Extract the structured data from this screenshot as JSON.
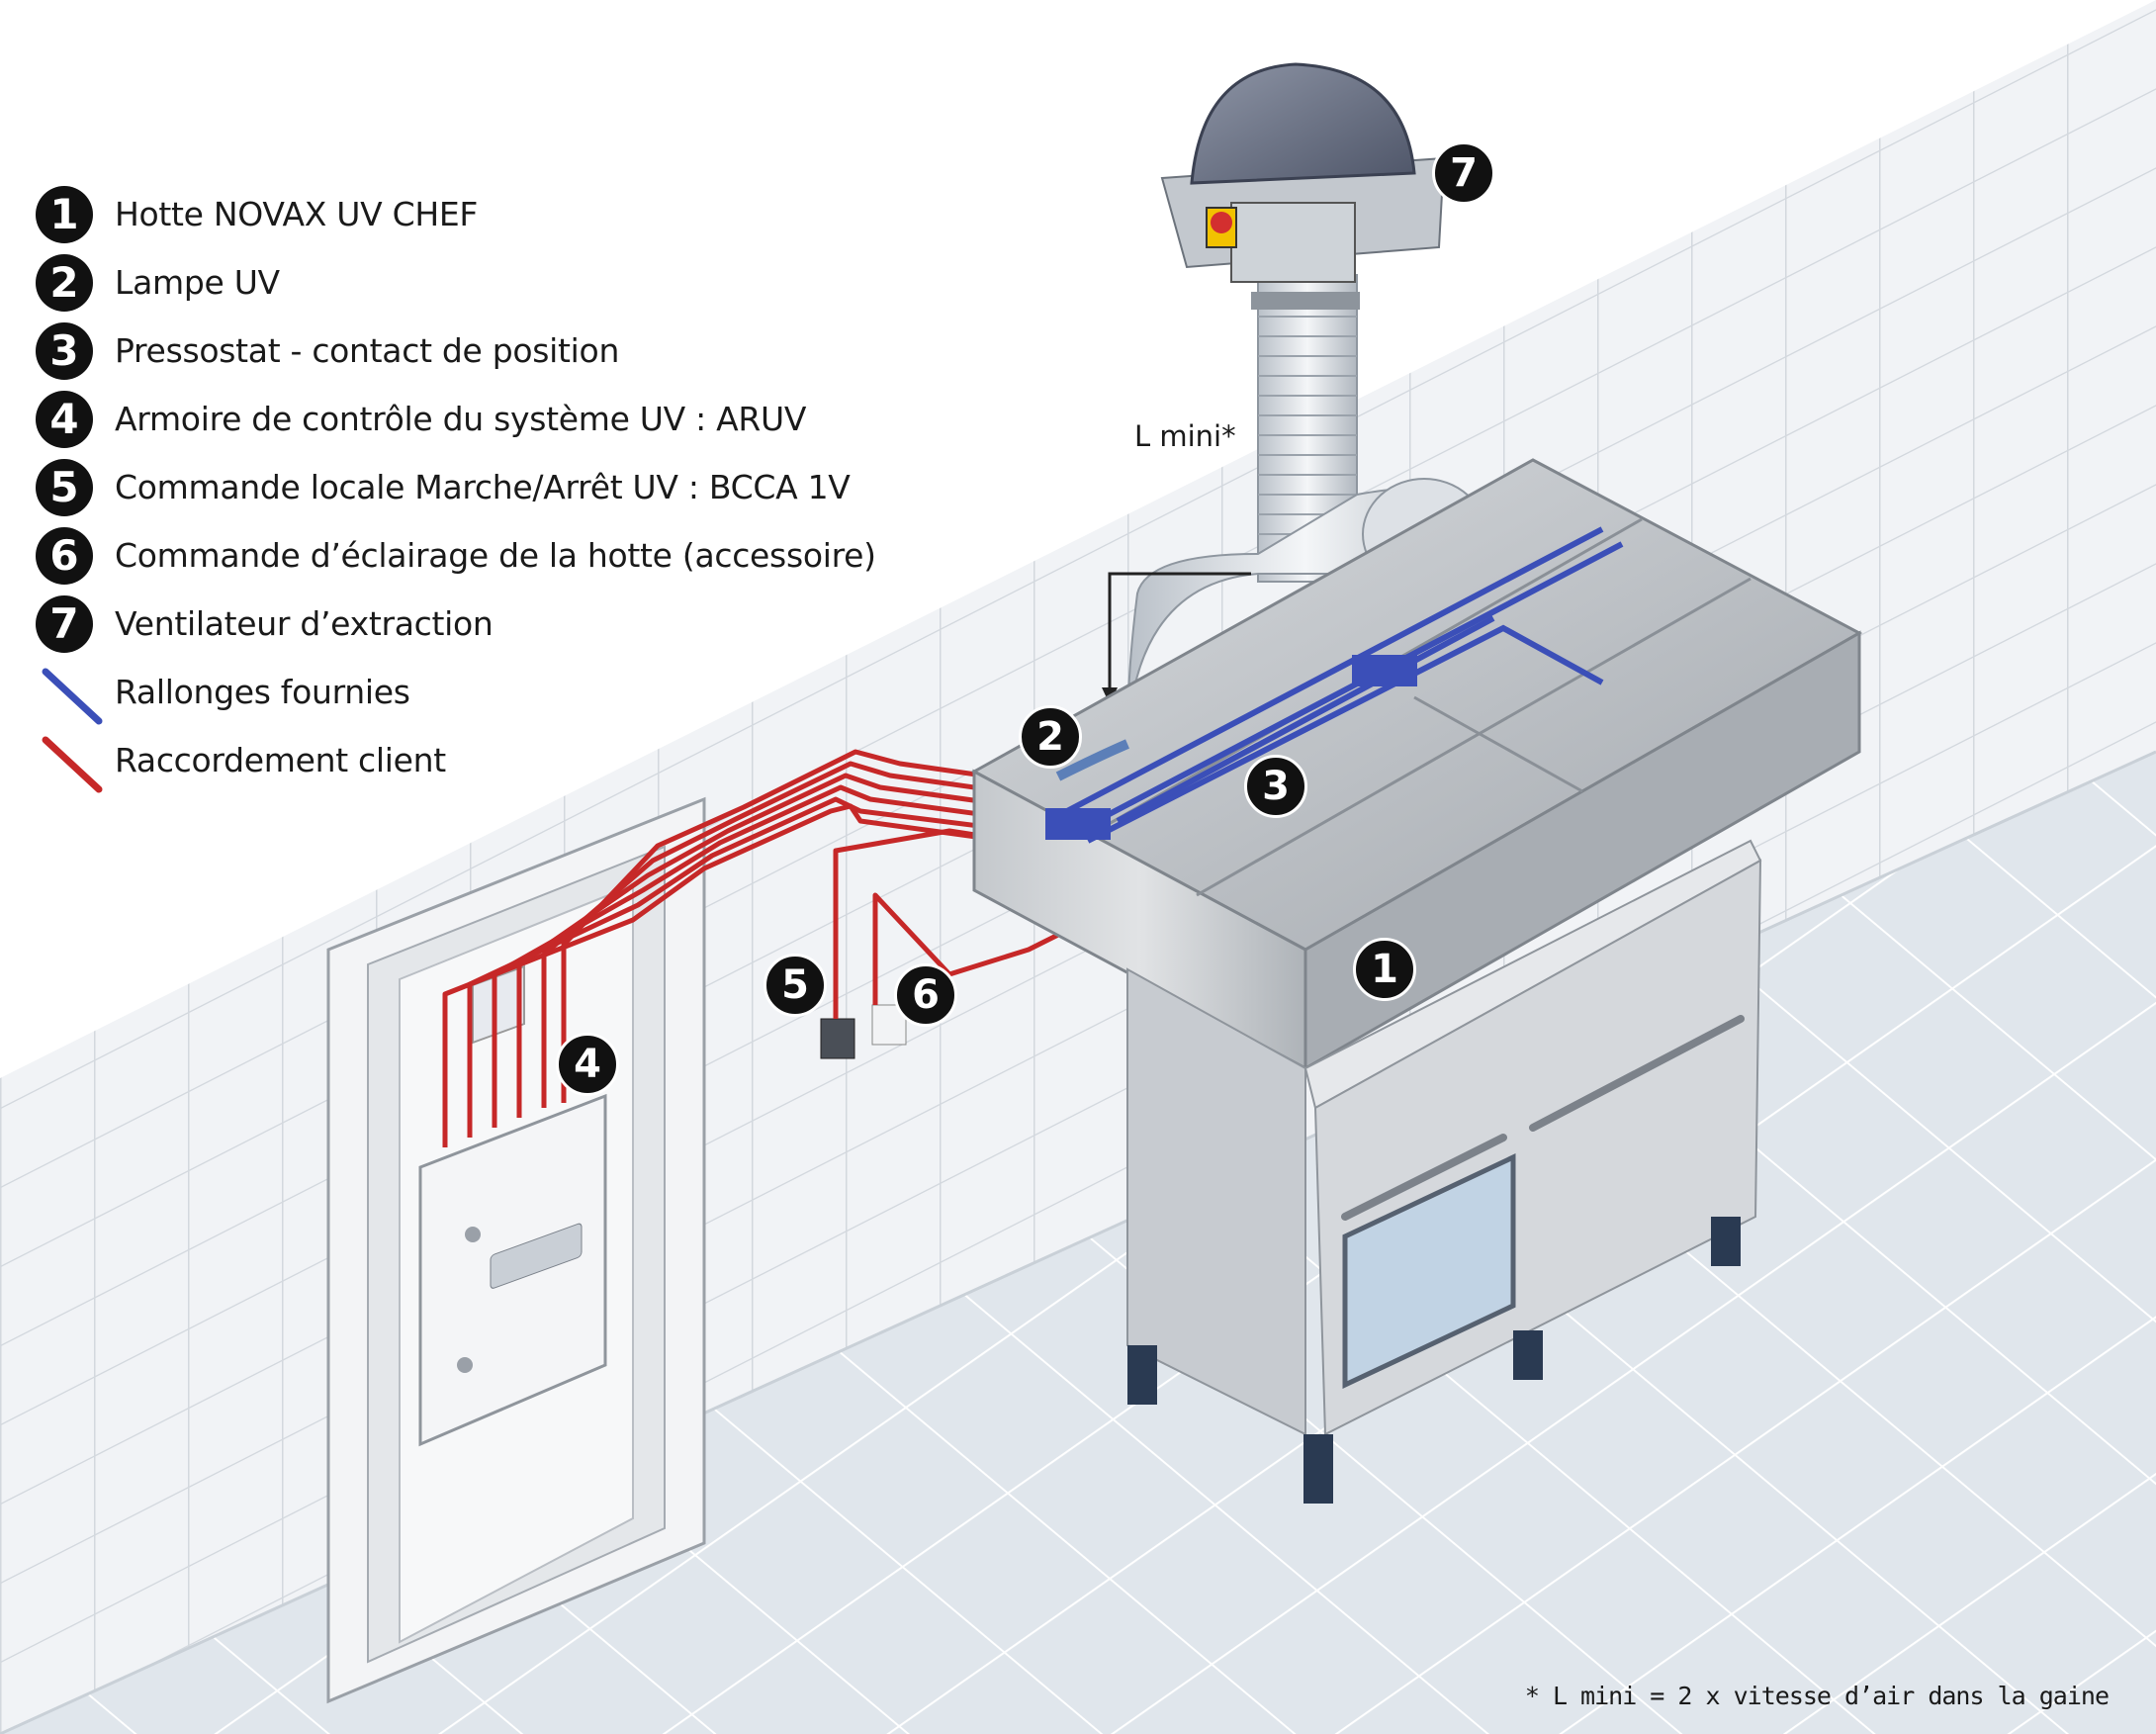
{
  "legend": {
    "items": [
      {
        "number": "1",
        "label": "Hotte NOVAX UV CHEF"
      },
      {
        "number": "2",
        "label": "Lampe UV"
      },
      {
        "number": "3",
        "label": "Pressostat - contact de position"
      },
      {
        "number": "4",
        "label": "Armoire de contrôle du système UV : ARUV"
      },
      {
        "number": "5",
        "label": "Commande locale Marche/Arrêt UV : BCCA 1V"
      },
      {
        "number": "6",
        "label": "Commande d’éclairage de la hotte (accessoire)"
      },
      {
        "number": "7",
        "label": "Ventilateur d’extraction"
      }
    ],
    "lines": [
      {
        "label": "Rallonges fournies",
        "color": "#3b4fb8"
      },
      {
        "label": "Raccordement client",
        "color": "#c62828"
      }
    ]
  },
  "callouts": {
    "hood": "1",
    "uv_lamp": "2",
    "pressostat": "3",
    "control_cabinet": "4",
    "local_switch": "5",
    "lighting_switch": "6",
    "fan": "7"
  },
  "dimension_label": "L mini*",
  "footnote": "* L mini = 2 x vitesse d’air dans la gaine",
  "colors": {
    "cable_supplied": "#3b4fb8",
    "cable_client": "#c62828",
    "wall_tile": "#eef1f4",
    "floor_tile": "#dde4ea",
    "steel": "#b9bec4",
    "appliance_feet": "#2a3a52"
  }
}
